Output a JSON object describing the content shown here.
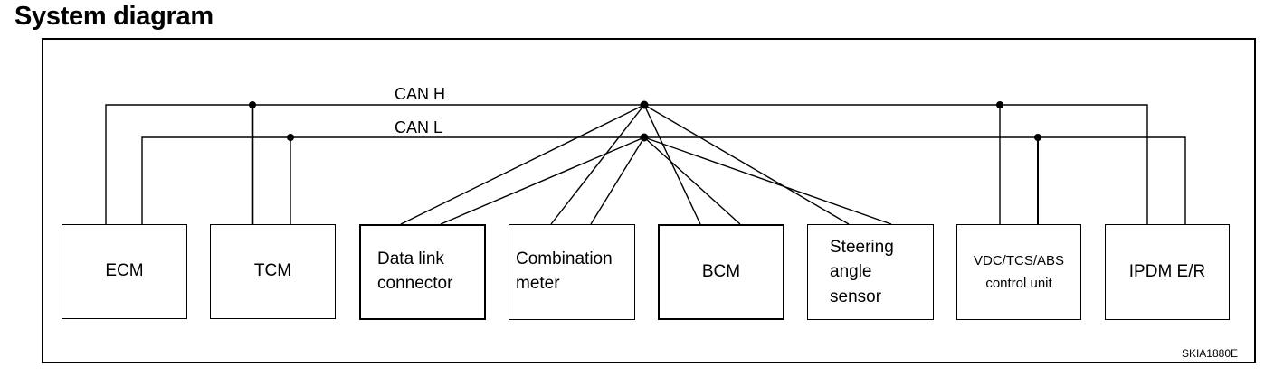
{
  "title": "System diagram",
  "bus": {
    "can_h": "CAN H",
    "can_l": "CAN L"
  },
  "units": [
    {
      "id": "ecm",
      "label": "ECM"
    },
    {
      "id": "tcm",
      "label": "TCM"
    },
    {
      "id": "dlc",
      "label": "Data link\nconnector"
    },
    {
      "id": "meter",
      "label": "Combination\nmeter"
    },
    {
      "id": "bcm",
      "label": "BCM"
    },
    {
      "id": "steer",
      "label": "Steering\nangle\nsensor"
    },
    {
      "id": "vdc",
      "label": "VDC/TCS/ABS\ncontrol unit"
    },
    {
      "id": "ipdm",
      "label": "IPDM E/R"
    }
  ],
  "figure_code": "SKIA1880E"
}
